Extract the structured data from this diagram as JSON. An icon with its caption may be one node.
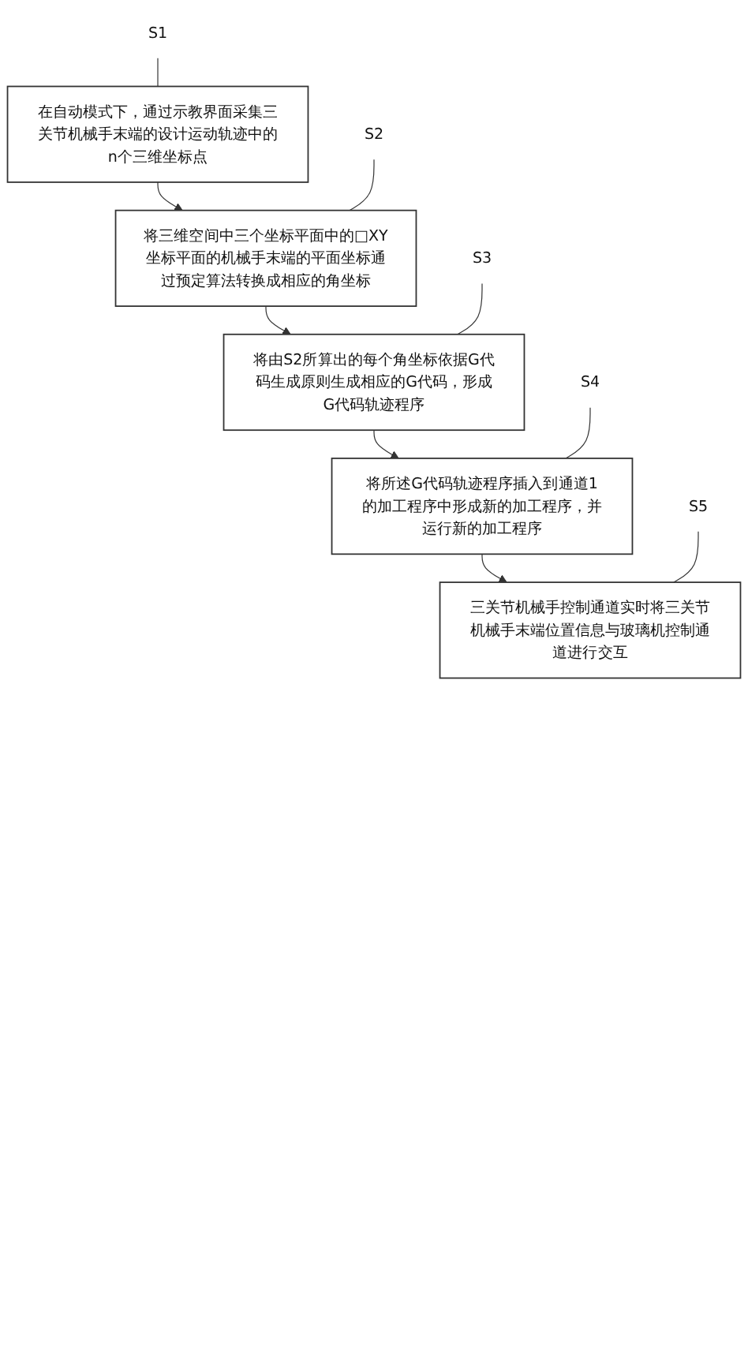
{
  "diagram": {
    "nodes": [
      {
        "text": [
          "在自动模式下，通过示教界面采集三关节机械手末端的设计运动轨迹中的n个三维坐标点"
        ]
      },
      {
        "text": [
          "S1"
        ]
      },
      {
        "text": [
          "将三维空间中三个坐标平面中的□XY坐标平面的机械手末端的平面坐标通过预定算法转换成相应的角坐标"
        ]
      },
      {
        "text": [
          "S2"
        ]
      },
      {
        "text": [
          "将由S2所算出的每个角坐标依据G代码生成原则生成相应的G代码，形成G代码轨迹程序"
        ]
      },
      {
        "text": [
          "S3"
        ]
      },
      {
        "text": [
          "将所述G代码轨迹程序插入到通道1的加工程序中形成新的加工程序，并运行新的加工程序"
        ]
      },
      {
        "text": [
          "S4"
        ]
      },
      {
        "text": [
          "三关节机械手控制通道实时将三关节机械手末端位置信息与玻璃机控制通道进行交互"
        ]
      },
      {
        "text": [
          "S5"
        ]
      }
    ],
    "edges": [
      {
        "from": 1,
        "to": 0,
        "arrow": "none"
      },
      {
        "from": 0,
        "to": 2,
        "arrow": "to"
      },
      {
        "from": 3,
        "to": 2,
        "arrow": "none"
      },
      {
        "from": 2,
        "to": 4,
        "arrow": "to"
      },
      {
        "from": 5,
        "to": 4,
        "arrow": "none"
      },
      {
        "from": 4,
        "to": 6,
        "arrow": "to"
      },
      {
        "from": 7,
        "to": 6,
        "arrow": "none"
      },
      {
        "from": 6,
        "to": 8,
        "arrow": "to"
      },
      {
        "from": 9,
        "to": 8,
        "arrow": "none"
      }
    ]
  }
}
